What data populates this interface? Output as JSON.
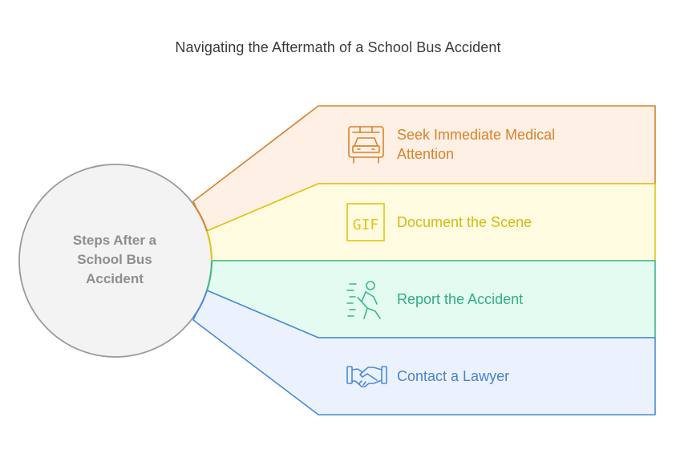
{
  "title": "Navigating the Aftermath of a School Bus Accident",
  "center": {
    "label_line1": "Steps After a",
    "label_line2": "School Bus",
    "label_line3": "Accident"
  },
  "steps": [
    {
      "label_line1": "Seek Immediate Medical",
      "label_line2": "Attention",
      "icon": "ambulance-icon",
      "stroke": "#d9822b",
      "fill": "#fef0e4"
    },
    {
      "label": "Document the Scene",
      "icon": "gif-icon",
      "icon_text": "GIF",
      "stroke": "#e0c514",
      "fill": "#fffbe0"
    },
    {
      "label": "Report the Accident",
      "icon": "report-person-icon",
      "stroke": "#3bb889",
      "fill": "#e3fbf0"
    },
    {
      "label": "Contact a Lawyer",
      "icon": "handshake-icon",
      "stroke": "#4a8ad8",
      "fill": "#ecf2fd"
    }
  ],
  "colors": {
    "circle_fill": "#f3f3f3",
    "circle_stroke": "#9a9a9a",
    "center_text": "#8e8e8e",
    "title_text": "#3a3a3a"
  }
}
